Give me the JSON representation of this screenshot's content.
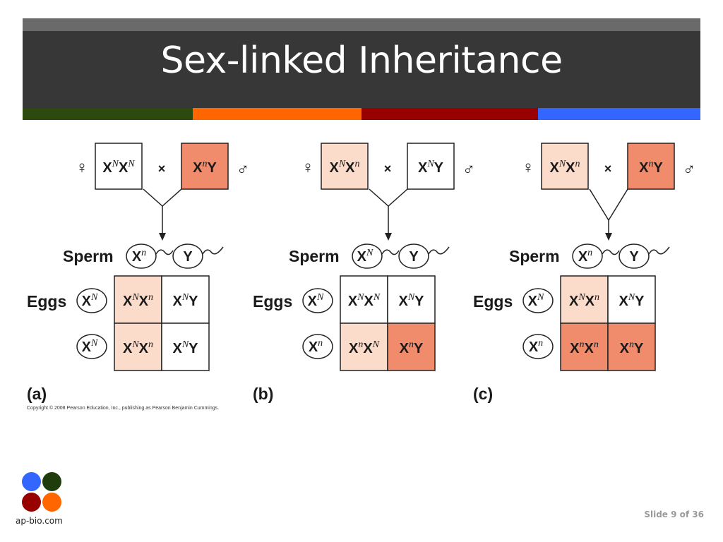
{
  "slide": {
    "title": "Sex-linked Inheritance",
    "stripe_colors": [
      "#2c4a0e",
      "#ff6600",
      "#990000",
      "#3366ff"
    ],
    "copyright": "Copyright © 2008 Pearson Education, Inc., publishing as Pearson Benjamin Cummings.",
    "logo_text": "ap-bio.com",
    "logo_colors": [
      "#3366ff",
      "#1f3d0c",
      "#990000",
      "#ff6600"
    ],
    "slide_number": "Slide 9 of 36"
  },
  "figure": {
    "female_symbol": "♀",
    "male_symbol": "♂",
    "cross_symbol": "×",
    "sperm_label": "Sperm",
    "eggs_label": "Eggs",
    "colors": {
      "white": "#ffffff",
      "light": "#fbdccb",
      "dark": "#f08c6c",
      "stroke": "#222222"
    },
    "panels": [
      {
        "letter": "(a)",
        "female": {
          "base1": "X",
          "sup1": "N",
          "base2": "X",
          "sup2": "N",
          "shade": "white"
        },
        "male": {
          "base1": "X",
          "sup1": "n",
          "base2": "Y",
          "sup2": "",
          "shade": "dark"
        },
        "sperm": [
          {
            "base": "X",
            "sup": "n"
          },
          {
            "base": "Y",
            "sup": ""
          }
        ],
        "eggs": [
          {
            "base": "X",
            "sup": "N"
          },
          {
            "base": "X",
            "sup": "N"
          }
        ],
        "cells": [
          [
            {
              "base1": "X",
              "sup1": "N",
              "base2": "X",
              "sup2": "n",
              "shade": "light"
            },
            {
              "base1": "X",
              "sup1": "N",
              "base2": "Y",
              "sup2": "",
              "shade": "white"
            }
          ],
          [
            {
              "base1": "X",
              "sup1": "N",
              "base2": "X",
              "sup2": "n",
              "shade": "light"
            },
            {
              "base1": "X",
              "sup1": "N",
              "base2": "Y",
              "sup2": "",
              "shade": "white"
            }
          ]
        ]
      },
      {
        "letter": "(b)",
        "female": {
          "base1": "X",
          "sup1": "N",
          "base2": "X",
          "sup2": "n",
          "shade": "light"
        },
        "male": {
          "base1": "X",
          "sup1": "N",
          "base2": "Y",
          "sup2": "",
          "shade": "white"
        },
        "sperm": [
          {
            "base": "X",
            "sup": "N"
          },
          {
            "base": "Y",
            "sup": ""
          }
        ],
        "eggs": [
          {
            "base": "X",
            "sup": "N"
          },
          {
            "base": "X",
            "sup": "n"
          }
        ],
        "cells": [
          [
            {
              "base1": "X",
              "sup1": "N",
              "base2": "X",
              "sup2": "N",
              "shade": "white"
            },
            {
              "base1": "X",
              "sup1": "N",
              "base2": "Y",
              "sup2": "",
              "shade": "white"
            }
          ],
          [
            {
              "base1": "X",
              "sup1": "n",
              "base2": "X",
              "sup2": "N",
              "shade": "light"
            },
            {
              "base1": "X",
              "sup1": "n",
              "base2": "Y",
              "sup2": "",
              "shade": "dark"
            }
          ]
        ]
      },
      {
        "letter": "(c)",
        "female": {
          "base1": "X",
          "sup1": "N",
          "base2": "X",
          "sup2": "n",
          "shade": "light"
        },
        "male": {
          "base1": "X",
          "sup1": "n",
          "base2": "Y",
          "sup2": "",
          "shade": "dark"
        },
        "sperm": [
          {
            "base": "X",
            "sup": "n"
          },
          {
            "base": "Y",
            "sup": ""
          }
        ],
        "eggs": [
          {
            "base": "X",
            "sup": "N"
          },
          {
            "base": "X",
            "sup": "n"
          }
        ],
        "cells": [
          [
            {
              "base1": "X",
              "sup1": "N",
              "base2": "X",
              "sup2": "n",
              "shade": "light"
            },
            {
              "base1": "X",
              "sup1": "N",
              "base2": "Y",
              "sup2": "",
              "shade": "white"
            }
          ],
          [
            {
              "base1": "X",
              "sup1": "n",
              "base2": "X",
              "sup2": "n",
              "shade": "dark"
            },
            {
              "base1": "X",
              "sup1": "n",
              "base2": "Y",
              "sup2": "",
              "shade": "dark"
            }
          ]
        ]
      }
    ]
  }
}
